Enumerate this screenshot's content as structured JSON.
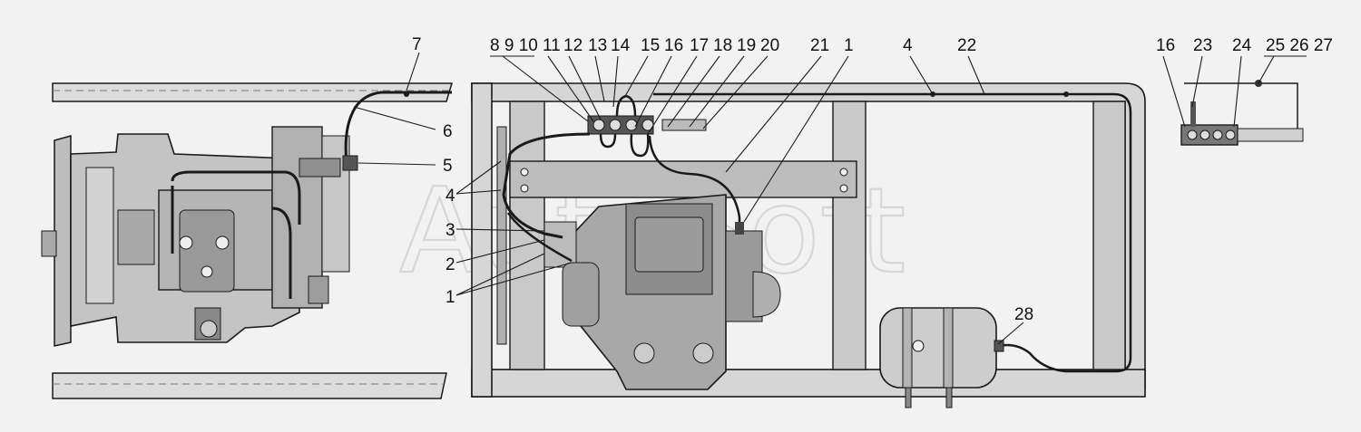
{
  "watermark": "AutoSoft",
  "callouts": {
    "n7": "7",
    "n6": "6",
    "n5": "5",
    "n4": "4",
    "n3": "3",
    "n2": "2",
    "n1": "1",
    "n8_9_10": "8 9 10",
    "n11": "11",
    "n12": "12",
    "n13": "13",
    "n14": "14",
    "n15": "15",
    "n16": "16",
    "n17": "17",
    "n18": "18",
    "n19": "19",
    "n20": "20",
    "n21": "21",
    "n1_top": "1",
    "n4_top": "4",
    "n22": "22",
    "n16_right": "16",
    "n23": "23",
    "n24": "24",
    "n25_26_27": "25 26 27",
    "n28": "28"
  },
  "colors": {
    "background": "#f2f2f2",
    "line": "#1a1a1a",
    "frame_fill": "#d8d8d8",
    "body_fill": "#b9b9b9",
    "dark_fill": "#7a7a7a",
    "watermark": "#d6d6d6"
  }
}
